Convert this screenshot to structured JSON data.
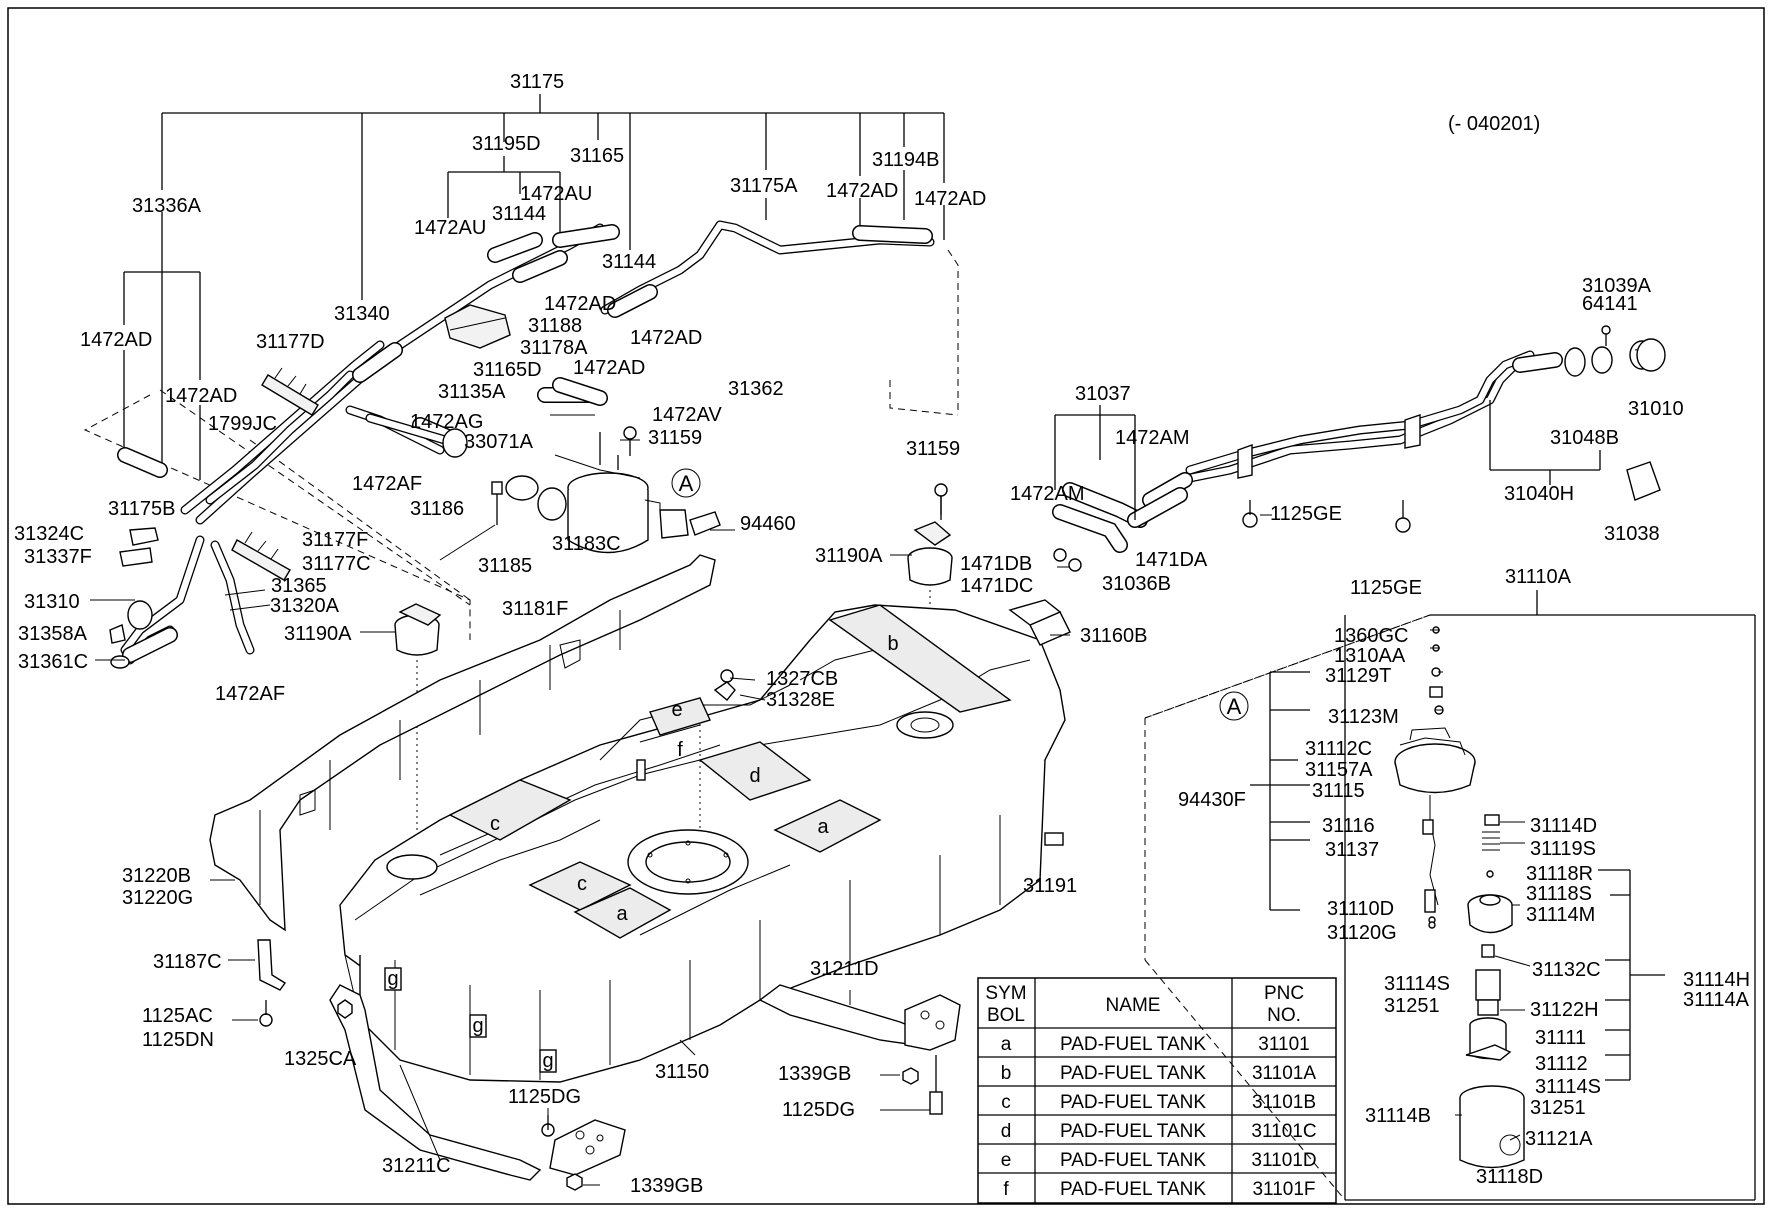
{
  "revision_note": "(- 040201)",
  "circle_markers": [
    "A",
    "A"
  ],
  "pad_letters": {
    "a": "a",
    "b": "b",
    "c": "c",
    "d": "d",
    "e": "e",
    "f": "f",
    "g": "g"
  },
  "part_labels": {
    "p31175": "31175",
    "p31195D": "31195D",
    "p31165": "31165",
    "p31194B": "31194B",
    "p31336A": "31336A",
    "p1472AU_1": "1472AU",
    "p1472AU_2": "1472AU",
    "p31144_1": "31144",
    "p31144_2": "31144",
    "p31175A": "31175A",
    "p1472AD_top1": "1472AD",
    "p1472AD_top2": "1472AD",
    "p1472AD_mid1": "1472AD",
    "p1472AD_mid2": "1472AD",
    "p1472AD_mid3": "1472AD",
    "p1472AD_left1": "1472AD",
    "p1472AD_left2": "1472AD",
    "p31340": "31340",
    "p31188": "31188",
    "p31178A": "31178A",
    "p31177D": "31177D",
    "p31165D": "31165D",
    "p31135A": "31135A",
    "p31362": "31362",
    "p1472AV": "1472AV",
    "p1472AG": "1472AG",
    "p31159_1": "31159",
    "p31159_2": "31159",
    "p33071A": "33071A",
    "p1799JC": "1799JC",
    "p1472AF_1": "1472AF",
    "p1472AF_2": "1472AF",
    "p31186": "31186",
    "p31175B": "31175B",
    "p31324C": "31324C",
    "p31337F": "31337F",
    "p31177F": "31177F",
    "p31177C": "31177C",
    "p31183C": "31183C",
    "p31185": "31185",
    "p94460": "94460",
    "p31365": "31365",
    "p31310": "31310",
    "p31320A": "31320A",
    "p31181F": "31181F",
    "p31358A": "31358A",
    "p31190A_1": "31190A",
    "p31190A_2": "31190A",
    "p31361C": "31361C",
    "p1327CB": "1327CB",
    "p31328E": "31328E",
    "p31037": "31037",
    "p1472AM_1": "1472AM",
    "p1472AM_2": "1472AM",
    "p1471DB": "1471DB",
    "p1471DC": "1471DC",
    "p1471DA": "1471DA",
    "p31036B": "31036B",
    "p1125GE_1": "1125GE",
    "p1125GE_2": "1125GE",
    "p31160B": "31160B",
    "p64141": "64141",
    "p31039A": "31039A",
    "p31010": "31010",
    "p31048B": "31048B",
    "p31040H": "31040H",
    "p31038": "31038",
    "p31110A": "31110A",
    "p31220B": "31220B",
    "p31220G": "31220G",
    "p31187C": "31187C",
    "p1125AC": "1125AC",
    "p1125DN": "1125DN",
    "p1325CA": "1325CA",
    "p31211C": "31211C",
    "p31211D": "31211D",
    "p1125DG_1": "1125DG",
    "p1125DG_2": "1125DG",
    "p1339GB_1": "1339GB",
    "p1339GB_2": "1339GB",
    "p31150": "31150",
    "p31191": "31191",
    "p1360GC": "1360GC",
    "p1310AA": "1310AA",
    "p31129T": "31129T",
    "p31123M": "31123M",
    "p31112C": "31112C",
    "p31157A": "31157A",
    "p31115": "31115",
    "p94430F": "94430F",
    "p31116": "31116",
    "p31137": "31137",
    "p31110D": "31110D",
    "p31120G": "31120G",
    "p31114D": "31114D",
    "p31119S": "31119S",
    "p31118R": "31118R",
    "p31118S": "31118S",
    "p31114M": "31114M",
    "p31132C": "31132C",
    "p31114S_1": "31114S",
    "p31251_1": "31251",
    "p31122H": "31122H",
    "p31111": "31111",
    "p31112": "31112",
    "p31114S_2": "31114S",
    "p31251_2": "31251",
    "p31114H": "31114H",
    "p31114A": "31114A",
    "p31114B": "31114B",
    "p31121A": "31121A",
    "p31118D": "31118D"
  },
  "pad_table": {
    "headers": {
      "sym_line1": "SYM",
      "sym_line2": "BOL",
      "name": "NAME",
      "pnc_line1": "PNC",
      "pnc_line2": "NO."
    },
    "rows": [
      {
        "symbol": "a",
        "name": "PAD-FUEL TANK",
        "pnc": "31101"
      },
      {
        "symbol": "b",
        "name": "PAD-FUEL TANK",
        "pnc": "31101A"
      },
      {
        "symbol": "c",
        "name": "PAD-FUEL TANK",
        "pnc": "31101B"
      },
      {
        "symbol": "d",
        "name": "PAD-FUEL TANK",
        "pnc": "31101C"
      },
      {
        "symbol": "e",
        "name": "PAD-FUEL TANK",
        "pnc": "31101D"
      },
      {
        "symbol": "f",
        "name": "PAD-FUEL TANK",
        "pnc": "31101F"
      }
    ]
  }
}
